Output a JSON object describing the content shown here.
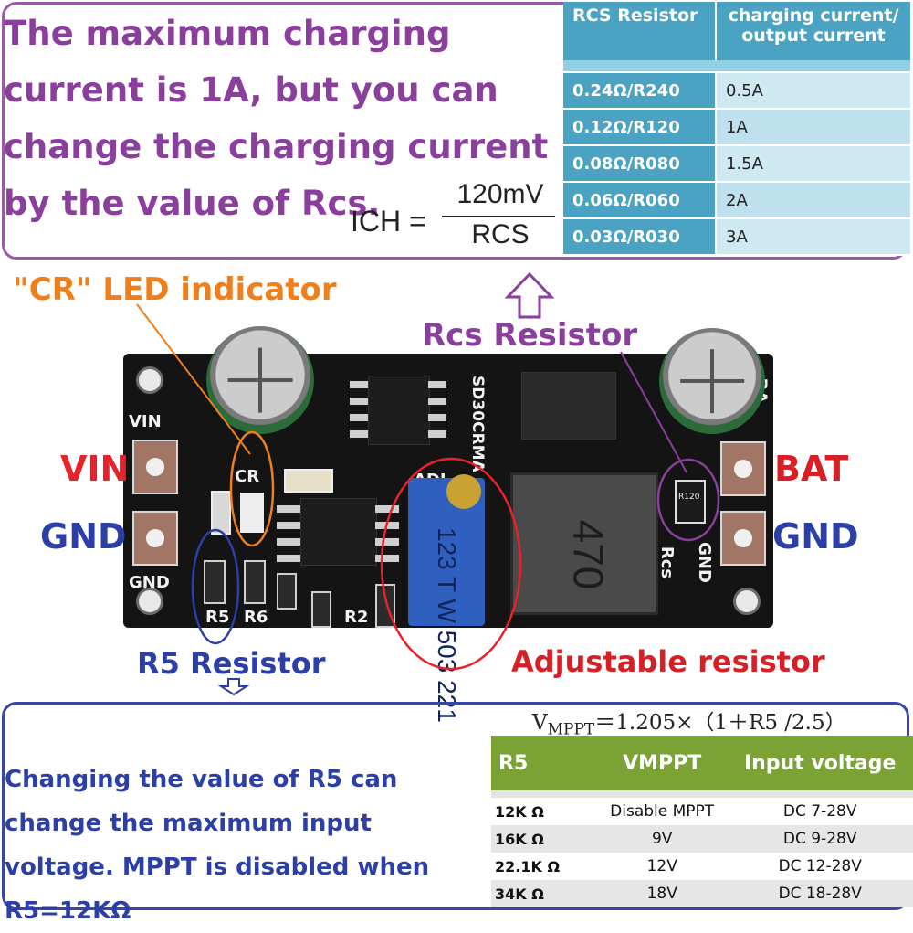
{
  "top": {
    "description": "The maximum charging current is 1A, but you can change the charging current by the value of Rcs.",
    "formula": {
      "lhs": "ICH =",
      "numerator": "120mV",
      "denominator": "RCS"
    },
    "table": {
      "headers": [
        "RCS Resistor",
        "charging current/ output current"
      ],
      "rows": [
        [
          "0.24Ω/R240",
          "0.5A"
        ],
        [
          "0.12Ω/R120",
          "1A"
        ],
        [
          "0.08Ω/R080",
          "1.5A"
        ],
        [
          "0.06Ω/R060",
          "2A"
        ],
        [
          "0.03Ω/R030",
          "3A"
        ]
      ]
    }
  },
  "board": {
    "labels": {
      "cr_led": "\"CR\" LED indicator",
      "rcs": "Rcs Resistor",
      "vin": "VIN",
      "gnd_left": "GND",
      "bat": "BAT",
      "gnd_right": "GND",
      "r5": "R5 Resistor",
      "adjustable": "Adjustable resistor"
    },
    "silk": {
      "vin": "VIN",
      "gnd": "GND",
      "cr": "CR",
      "r5": "R5",
      "r6": "R6",
      "r2": "R2",
      "adj": "ADJ",
      "rcs": "Rcs",
      "gnd_right": "GND",
      "chip_name": "SD30CRMA",
      "bat_partial": "BA"
    },
    "inductor_marking": "470",
    "pot_marking": "123 T W 503 221",
    "rcs_marking": "R120"
  },
  "bottom": {
    "description": "Changing the value of R5 can change the maximum input voltage. MPPT is disabled when R5=12KΩ",
    "formula": {
      "prefix": "V",
      "sub": "MPPT",
      "body": "＝1.205×（1＋R5 /2.5）"
    },
    "table": {
      "headers": [
        "R5",
        "VMPPT",
        "Input voltage"
      ],
      "rows": [
        [
          "12K Ω",
          "Disable MPPT",
          "DC 7-28V"
        ],
        [
          "16K Ω",
          "9V",
          "DC 9-28V"
        ],
        [
          "22.1K Ω",
          "12V",
          "DC 12-28V"
        ],
        [
          "34K Ω",
          "18V",
          "DC 18-28V"
        ]
      ]
    }
  },
  "colors": {
    "purple": "#8a3f9c",
    "blue": "#2b3fa6",
    "red": "#e8222a",
    "orange": "#ef7f1a",
    "table_blue": "#4aa3c3",
    "table_green": "#7aa235"
  }
}
